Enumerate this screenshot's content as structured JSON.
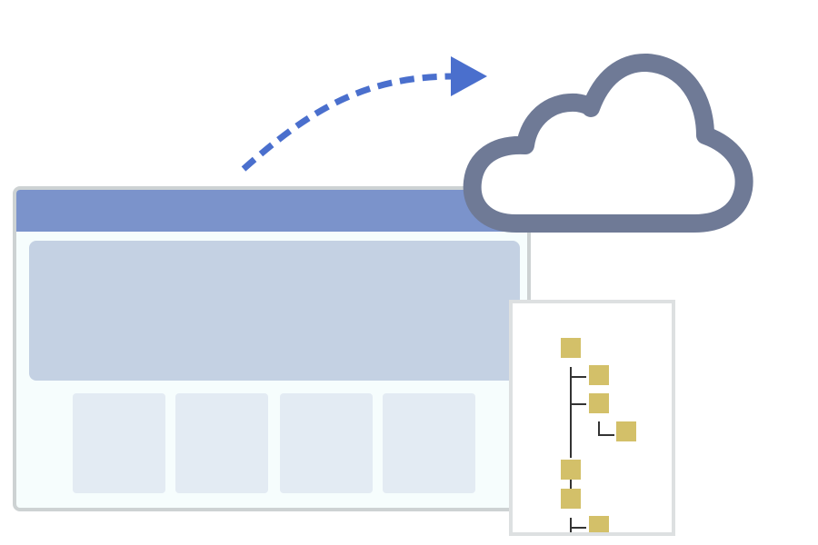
{
  "diagram": {
    "browser_window": {
      "titlebar_color": "#7b93cb",
      "hero_color": "#c4d1e3",
      "card_color": "#e3ebf3",
      "card_count": 4
    },
    "cloud": {
      "stroke_color": "#6f7a96",
      "fill_color": "#ffffff"
    },
    "arrow": {
      "color": "#4a6fcd",
      "style": "dashed"
    },
    "file_tree": {
      "node_color": "#d3c069",
      "nodes": [
        {
          "depth": 0
        },
        {
          "depth": 1
        },
        {
          "depth": 1
        },
        {
          "depth": 2
        },
        {
          "depth": 0
        },
        {
          "depth": 0
        },
        {
          "depth": 1
        }
      ]
    }
  }
}
